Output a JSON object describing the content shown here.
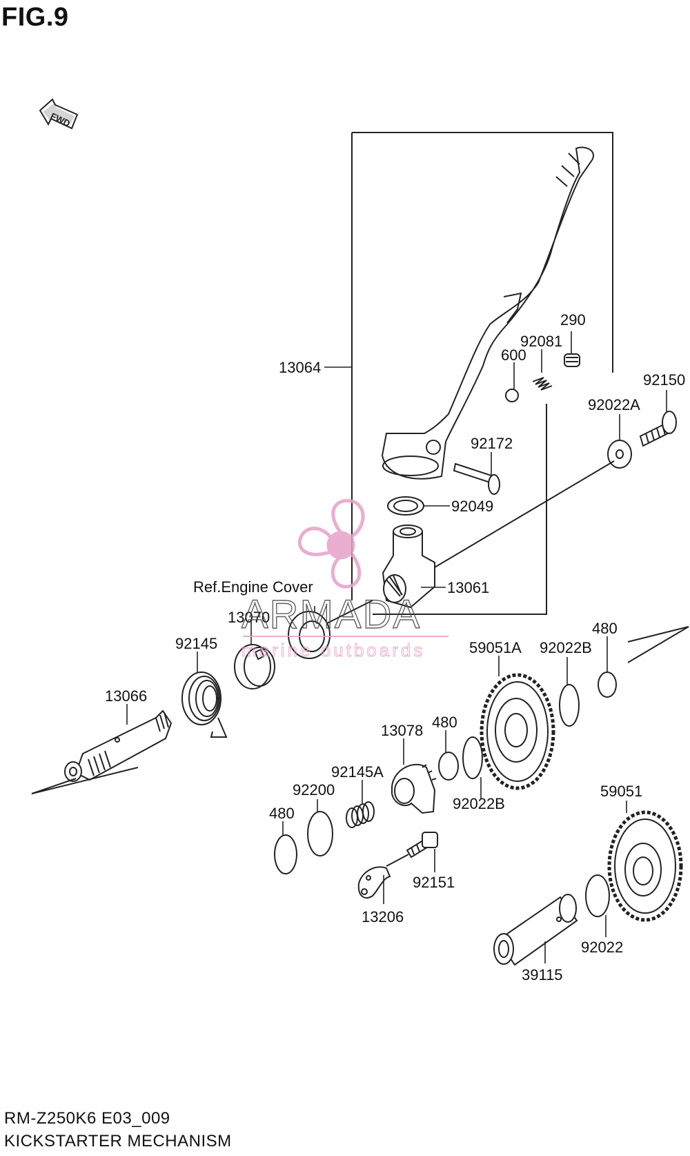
{
  "figure": {
    "title": "FIG.9",
    "fwd_label": "FWD",
    "ref_label": "Ref.Engine Cover",
    "model_code": "RM-Z250K6 E03_009",
    "section_name": "KICKSTARTER MECHANISM"
  },
  "watermark": {
    "brand": "ARMADA",
    "tagline": "marine outboards",
    "color": "#e6a0c8"
  },
  "parts": [
    {
      "id": "13064"
    },
    {
      "id": "290"
    },
    {
      "id": "92081"
    },
    {
      "id": "600"
    },
    {
      "id": "92150"
    },
    {
      "id": "92022A"
    },
    {
      "id": "92172"
    },
    {
      "id": "92049"
    },
    {
      "id": "13061"
    },
    {
      "id": "13070"
    },
    {
      "id": "92145"
    },
    {
      "id": "13066"
    },
    {
      "id": "480"
    },
    {
      "id": "59051A"
    },
    {
      "id": "92022B"
    },
    {
      "id": "13078"
    },
    {
      "id": "92145A"
    },
    {
      "id": "92200"
    },
    {
      "id": "92151"
    },
    {
      "id": "13206"
    },
    {
      "id": "59051"
    },
    {
      "id": "92022"
    },
    {
      "id": "39115"
    }
  ]
}
